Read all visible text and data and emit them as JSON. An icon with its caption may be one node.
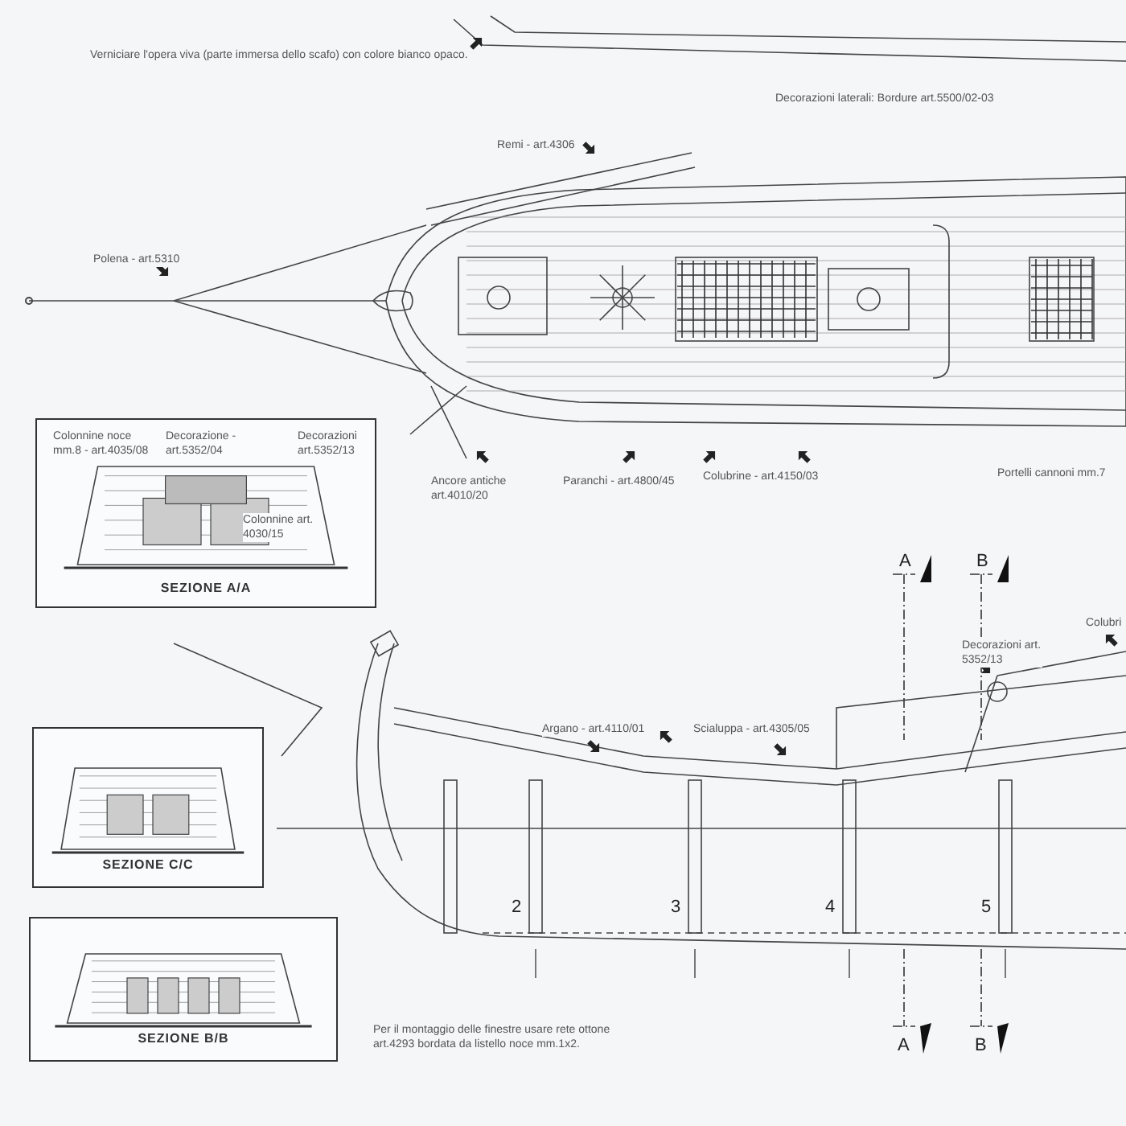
{
  "diagram": {
    "nodes": [
      {
        "text": [
          "Colonnine noce mm.8 - art.4035/08",
          "Decorazione - art.5352/04",
          "Decorazioni art.5352/13",
          "Colonnine art. 4030/15",
          "SEZIONE A/A"
        ]
      },
      {
        "text": [
          "SEZIONE C/C"
        ]
      },
      {
        "text": [
          "SEZIONE B/B"
        ]
      }
    ],
    "labels": [
      "Verniciare l'opera viva (parte immersa dello scafo) con colore bianco opaco.",
      "Decorazioni laterali: Bordure art.5500/02-03",
      "Remi - art.4306",
      "Polena - art.5310",
      "Ancore antiche art.4010/20",
      "Paranchi - art.4800/45",
      "Colubrine - art.4150/03",
      "Portelli cannoni mm.7",
      "A",
      "B",
      "Colubri",
      "Decorazioni art. 5352/13",
      "Argano - art.4110/01",
      "Scialuppa - art.4305/05",
      "2",
      "3",
      "4",
      "5",
      "Per il montaggio delle finestre usare rete ottone art.4293 bordata da listello noce mm.1x2.",
      "A",
      "B"
    ]
  }
}
